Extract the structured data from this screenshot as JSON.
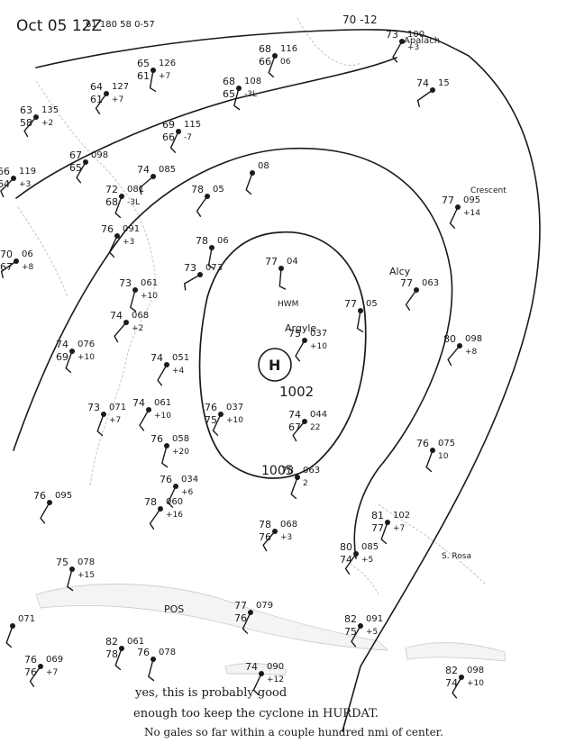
{
  "header": {
    "datetime": "Oct 05 12Z",
    "corner_obs": "61 180 58 0-57",
    "top_mid_obs": "70 -12"
  },
  "analysis": {
    "isobar_center_label": "1002",
    "isobar_inner_label": "1005",
    "center_symbol": "H"
  },
  "station_labels": [
    {
      "text": "Apalach",
      "role": "place"
    },
    {
      "text": "Argyle",
      "role": "place"
    },
    {
      "text": "POS",
      "role": "place"
    },
    {
      "text": "Crescent",
      "role": "place"
    },
    {
      "text": "Alcy",
      "role": "place"
    },
    {
      "text": "S. Rosa",
      "role": "place"
    },
    {
      "text": "HWM",
      "role": "place"
    }
  ],
  "stations": [
    {
      "id": "s01",
      "t": "68",
      "d": "66",
      "p": "116",
      "dp": "06"
    },
    {
      "id": "s02",
      "t": "68",
      "d": "65",
      "p": "108",
      "dp": "-3L"
    },
    {
      "id": "s03",
      "t": "64",
      "d": "61",
      "p": "127",
      "dp": "+7"
    },
    {
      "id": "s04",
      "t": "65",
      "d": "61",
      "p": "126",
      "dp": "+7"
    },
    {
      "id": "s05",
      "t": "63",
      "d": "58",
      "p": "135",
      "dp": "+2"
    },
    {
      "id": "s06",
      "t": "69",
      "d": "66",
      "p": "115",
      "dp": "-7"
    },
    {
      "id": "s07",
      "t": "67",
      "d": "65",
      "p": "098",
      "dp": ""
    },
    {
      "id": "s08",
      "t": "74",
      "d": "",
      "p": "085",
      "dp": ""
    },
    {
      "id": "s09",
      "t": "72",
      "d": "68",
      "p": "081",
      "dp": "-3L"
    },
    {
      "id": "s10",
      "t": "66",
      "d": "64",
      "p": "119",
      "dp": "+3"
    },
    {
      "id": "s11",
      "t": "76",
      "d": "",
      "p": "091",
      "dp": "+3"
    },
    {
      "id": "s12",
      "t": "70",
      "d": "67",
      "p": "06",
      "dp": "+8"
    },
    {
      "id": "s13",
      "t": "78",
      "d": "",
      "p": "06",
      "dp": ""
    },
    {
      "id": "s14",
      "t": "78",
      "d": "",
      "p": "05",
      "dp": ""
    },
    {
      "id": "s15",
      "t": "73",
      "d": "",
      "p": "073",
      "dp": ""
    },
    {
      "id": "s16",
      "t": "",
      "d": "",
      "p": "08",
      "dp": ""
    },
    {
      "id": "s17",
      "t": "77",
      "d": "",
      "p": "04",
      "dp": ""
    },
    {
      "id": "s18",
      "t": "75",
      "d": "",
      "p": "037",
      "dp": "+10"
    },
    {
      "id": "s19",
      "t": "73",
      "d": "",
      "p": "061",
      "dp": "+10"
    },
    {
      "id": "s20",
      "t": "74",
      "d": "",
      "p": "068",
      "dp": "+2"
    },
    {
      "id": "s21",
      "t": "74",
      "d": "69",
      "p": "076",
      "dp": "+10"
    },
    {
      "id": "s22",
      "t": "74",
      "d": "",
      "p": "051",
      "dp": "+4"
    },
    {
      "id": "s23",
      "t": "77",
      "d": "",
      "p": "05",
      "dp": ""
    },
    {
      "id": "s24",
      "t": "77",
      "d": "",
      "p": "063",
      "dp": ""
    },
    {
      "id": "s25",
      "t": "76",
      "d": "75",
      "p": "037",
      "dp": "+10"
    },
    {
      "id": "s26",
      "t": "74",
      "d": "67",
      "p": "044",
      "dp": "22"
    },
    {
      "id": "s27",
      "t": "73",
      "d": "",
      "p": "071",
      "dp": "+7"
    },
    {
      "id": "s28",
      "t": "74",
      "d": "",
      "p": "061",
      "dp": "+10"
    },
    {
      "id": "s29",
      "t": "76",
      "d": "",
      "p": "058",
      "dp": "+20"
    },
    {
      "id": "s30",
      "t": "76",
      "d": "",
      "p": "034",
      "dp": "+6"
    },
    {
      "id": "s31",
      "t": "78",
      "d": "",
      "p": "060",
      "dp": "+16"
    },
    {
      "id": "s32",
      "t": "78",
      "d": "",
      "p": "063",
      "dp": "2"
    },
    {
      "id": "s33",
      "t": "76",
      "d": "",
      "p": "095",
      "dp": ""
    },
    {
      "id": "s34",
      "t": "78",
      "d": "76",
      "p": "068",
      "dp": "+3"
    },
    {
      "id": "s35",
      "t": "81",
      "d": "77",
      "p": "102",
      "dp": "+7"
    },
    {
      "id": "s36",
      "t": "80",
      "d": "74",
      "p": "085",
      "dp": "+5"
    },
    {
      "id": "s37",
      "t": "75",
      "d": "",
      "p": "078",
      "dp": "+15"
    },
    {
      "id": "s38",
      "t": "82",
      "d": "75",
      "p": "091",
      "dp": "+5"
    },
    {
      "id": "s39",
      "t": "77",
      "d": "76",
      "p": "079",
      "dp": ""
    },
    {
      "id": "s40",
      "t": "82",
      "d": "78",
      "p": "061",
      "dp": ""
    },
    {
      "id": "s41",
      "t": "76",
      "d": "",
      "p": "078",
      "dp": ""
    },
    {
      "id": "s42",
      "t": "76",
      "d": "76",
      "p": "069",
      "dp": "+7"
    },
    {
      "id": "s43",
      "t": "74",
      "d": "",
      "p": "090",
      "dp": "+12"
    },
    {
      "id": "s44",
      "t": "82",
      "d": "74",
      "p": "098",
      "dp": "+10"
    },
    {
      "id": "s45",
      "t": "",
      "d": "",
      "p": "071",
      "dp": ""
    },
    {
      "id": "s46",
      "t": "80",
      "d": "",
      "p": "098",
      "dp": "+8"
    },
    {
      "id": "s47",
      "t": "77",
      "d": "",
      "p": "095",
      "dp": "+14"
    },
    {
      "id": "s48",
      "t": "73",
      "d": "",
      "p": "100",
      "dp": "+3"
    },
    {
      "id": "s49",
      "t": "74",
      "d": "",
      "p": "15",
      "dp": ""
    },
    {
      "id": "s50",
      "t": "76",
      "d": "",
      "p": "075",
      "dp": "10"
    }
  ],
  "annotations": {
    "note_line1": "yes, this is probably good",
    "note_line2": "enough too keep the cyclone in HURDAT.",
    "note_line3": "No gales so far within a couple hundred nmi of center."
  }
}
